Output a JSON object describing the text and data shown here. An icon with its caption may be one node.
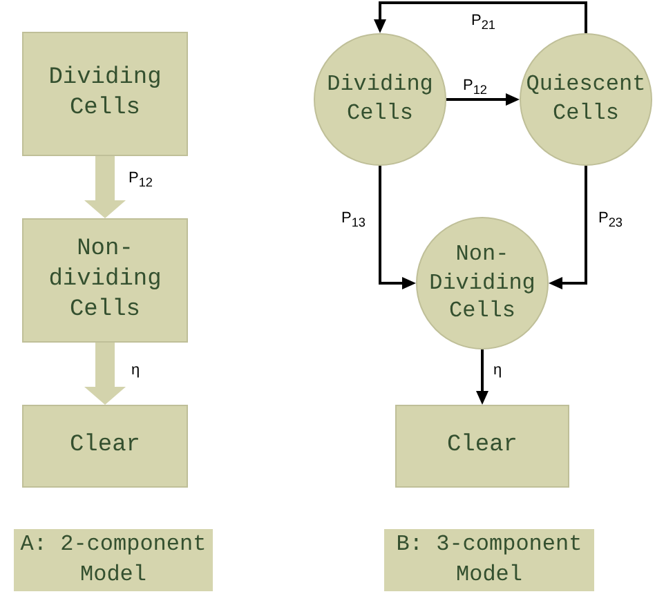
{
  "diagram": {
    "nodes": [
      {
        "text": [
          "Dividing Cells"
        ]
      },
      {
        "text": [
          "Non-dividing Cells"
        ]
      },
      {
        "text": [
          "Clear"
        ]
      },
      {
        "text": [
          "Dividing Cells"
        ]
      },
      {
        "text": [
          "Quiescent Cells"
        ]
      },
      {
        "text": [
          "Non-Dividing Cells"
        ]
      },
      {
        "text": [
          "Clear"
        ]
      },
      {
        "text": [
          "A: 2-component Model"
        ]
      },
      {
        "text": [
          "B: 3-component Model"
        ]
      }
    ],
    "edges": [
      {
        "from": 0,
        "to": 1,
        "arrow": "to",
        "label": "P$_{12}$",
        "style": "thick",
        "color": "#d3d3ac"
      },
      {
        "from": 1,
        "to": 2,
        "arrow": "to",
        "label": "η",
        "style": "thick",
        "color": "#d3d3ac"
      },
      {
        "from": 3,
        "to": 4,
        "arrow": "to",
        "label": "P$_{12}$"
      },
      {
        "from": 4,
        "to": 3,
        "arrow": "to",
        "label": "P$_{21}$"
      },
      {
        "from": 3,
        "to": 5,
        "arrow": "to",
        "label": "P$_{13}$"
      },
      {
        "from": 4,
        "to": 5,
        "arrow": "to",
        "label": "P$_{23}$"
      },
      {
        "from": 5,
        "to": 6,
        "arrow": "to",
        "label": "η"
      }
    ]
  }
}
